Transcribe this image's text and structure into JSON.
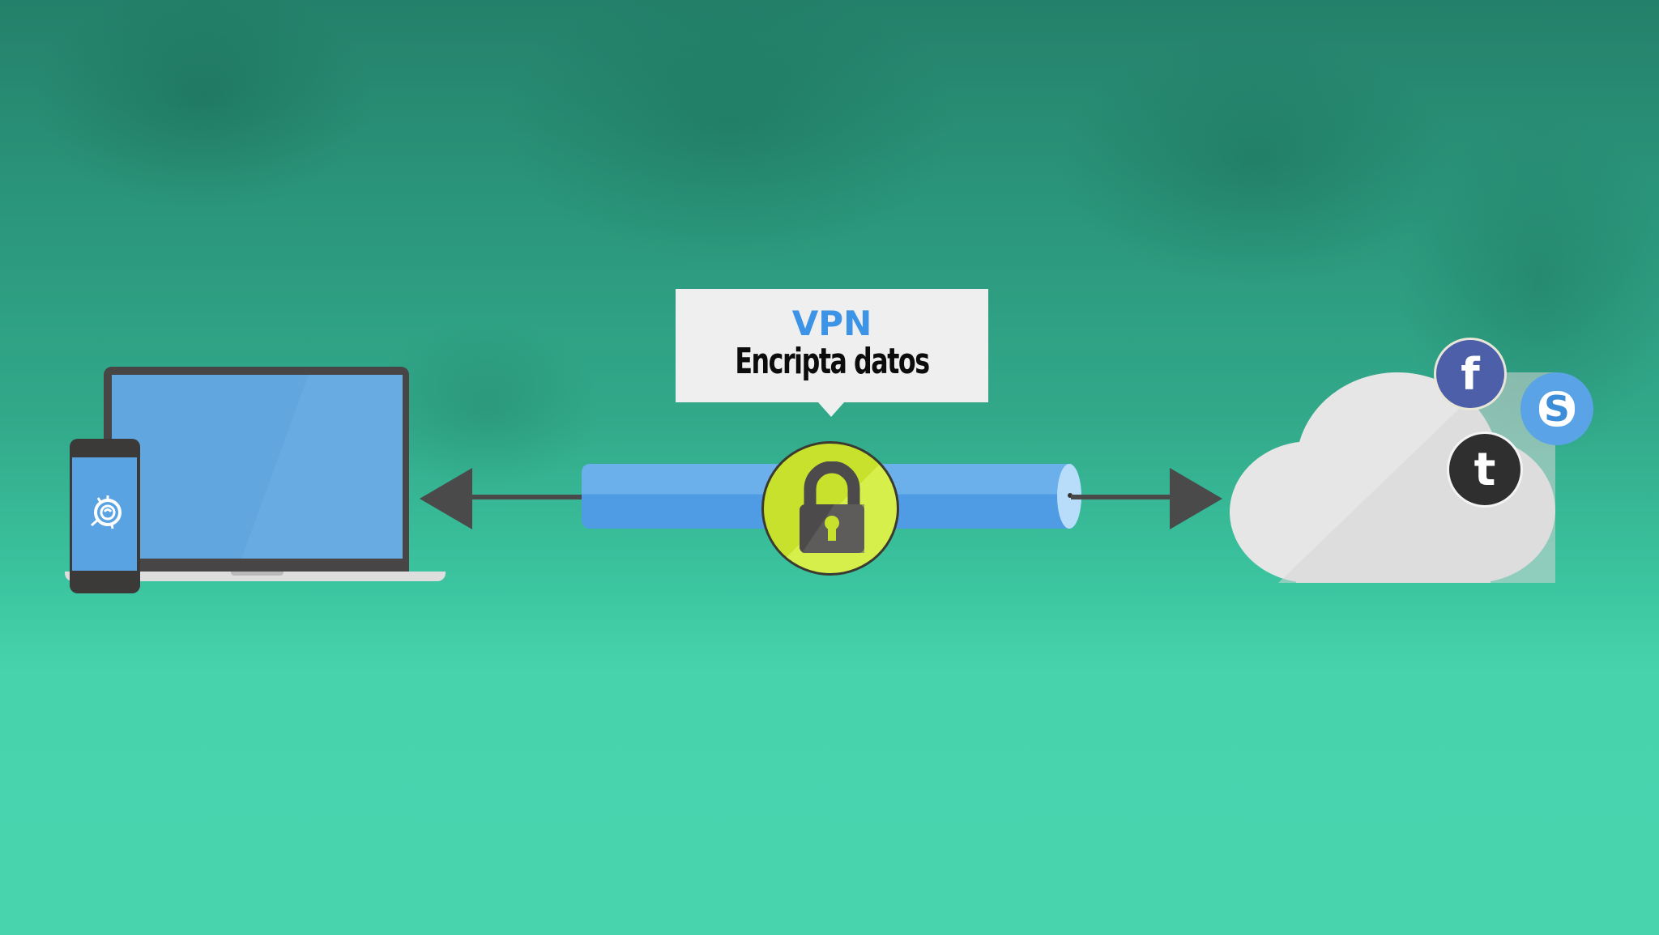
{
  "bubble": {
    "title": "VPN",
    "subtitle": "Encripta datos"
  },
  "social_icons": {
    "facebook": "f",
    "skype": "S",
    "twitter": "t"
  },
  "colors": {
    "background_top": "#24806a",
    "background_bottom": "#48d5ae",
    "vpn_title": "#3d94e6",
    "tunnel": "#5aa3e6",
    "lock_badge": "#c7e12d",
    "lock_body": "#4a4848",
    "device_screen": "#62a6e0",
    "cloud": "#e6e6e6",
    "facebook": "#4c5fa8",
    "skype": "#59a3e6",
    "twitter": "#2f2f2f",
    "arrow": "#4a4a4a"
  },
  "diagram": {
    "nodes": [
      "laptop-and-phone",
      "vpn-tunnel-lock",
      "cloud-services"
    ],
    "edges": [
      {
        "from": "vpn-tunnel-lock",
        "to": "laptop-and-phone",
        "direction": "left"
      },
      {
        "from": "vpn-tunnel-lock",
        "to": "cloud-services",
        "direction": "right"
      }
    ]
  }
}
